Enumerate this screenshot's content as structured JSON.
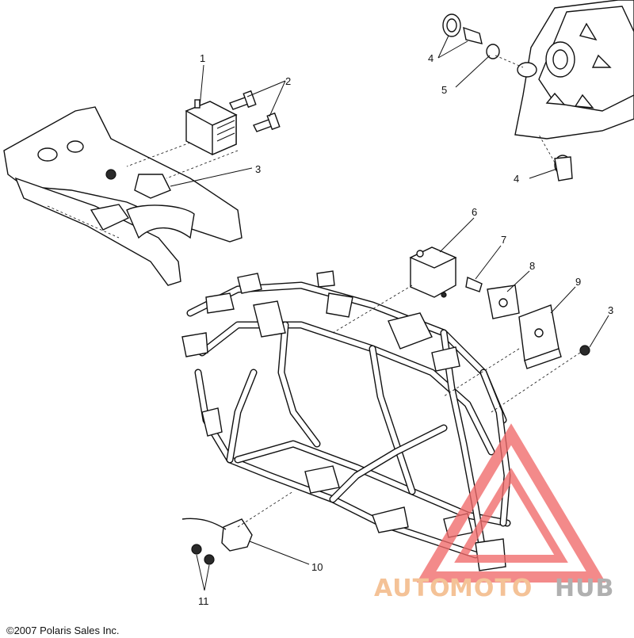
{
  "callouts": [
    {
      "id": "1",
      "label": "1"
    },
    {
      "id": "2",
      "label": "2"
    },
    {
      "id": "3a",
      "label": "3"
    },
    {
      "id": "4a",
      "label": "4"
    },
    {
      "id": "5",
      "label": "5"
    },
    {
      "id": "4b",
      "label": "4"
    },
    {
      "id": "6",
      "label": "6"
    },
    {
      "id": "7",
      "label": "7"
    },
    {
      "id": "8",
      "label": "8"
    },
    {
      "id": "9",
      "label": "9"
    },
    {
      "id": "3b",
      "label": "3"
    },
    {
      "id": "10",
      "label": "10"
    },
    {
      "id": "11",
      "label": "11"
    }
  ],
  "copyright": "©2007 Polaris Sales Inc.",
  "watermark": {
    "text_auto": "AUTO",
    "text_moto": "MOTO",
    "text_hub": "HUB",
    "color_auto": "#f2b27a",
    "color_moto": "#f2b27a",
    "color_hub": "#9a9a9a",
    "triangle_color": "#f06a6a"
  }
}
